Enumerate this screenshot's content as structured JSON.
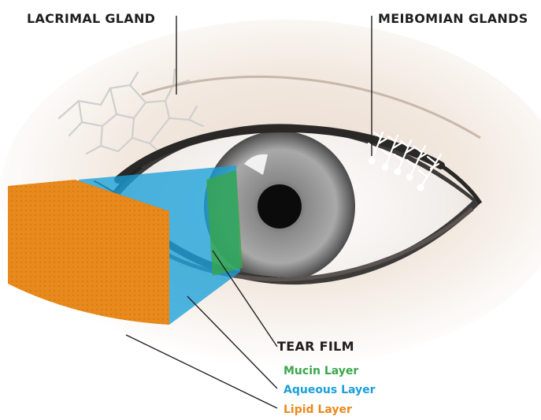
{
  "labels": {
    "lacrimal_gland": "LACRIMAL GLAND",
    "meibomian_glands": "MEIBOMIAN GLANDS",
    "tear_film": "TEAR FILM",
    "mucin_layer": "Mucin Layer",
    "aqueous_layer": "Aqueous Layer",
    "lipid_layer": "Lipid Layer"
  },
  "colors": {
    "heading": "#1f1f1f",
    "mucin": "#3aa64a",
    "aqueous": "#1aa0d8",
    "lipid": "#e8891c",
    "leader": "#222222"
  }
}
